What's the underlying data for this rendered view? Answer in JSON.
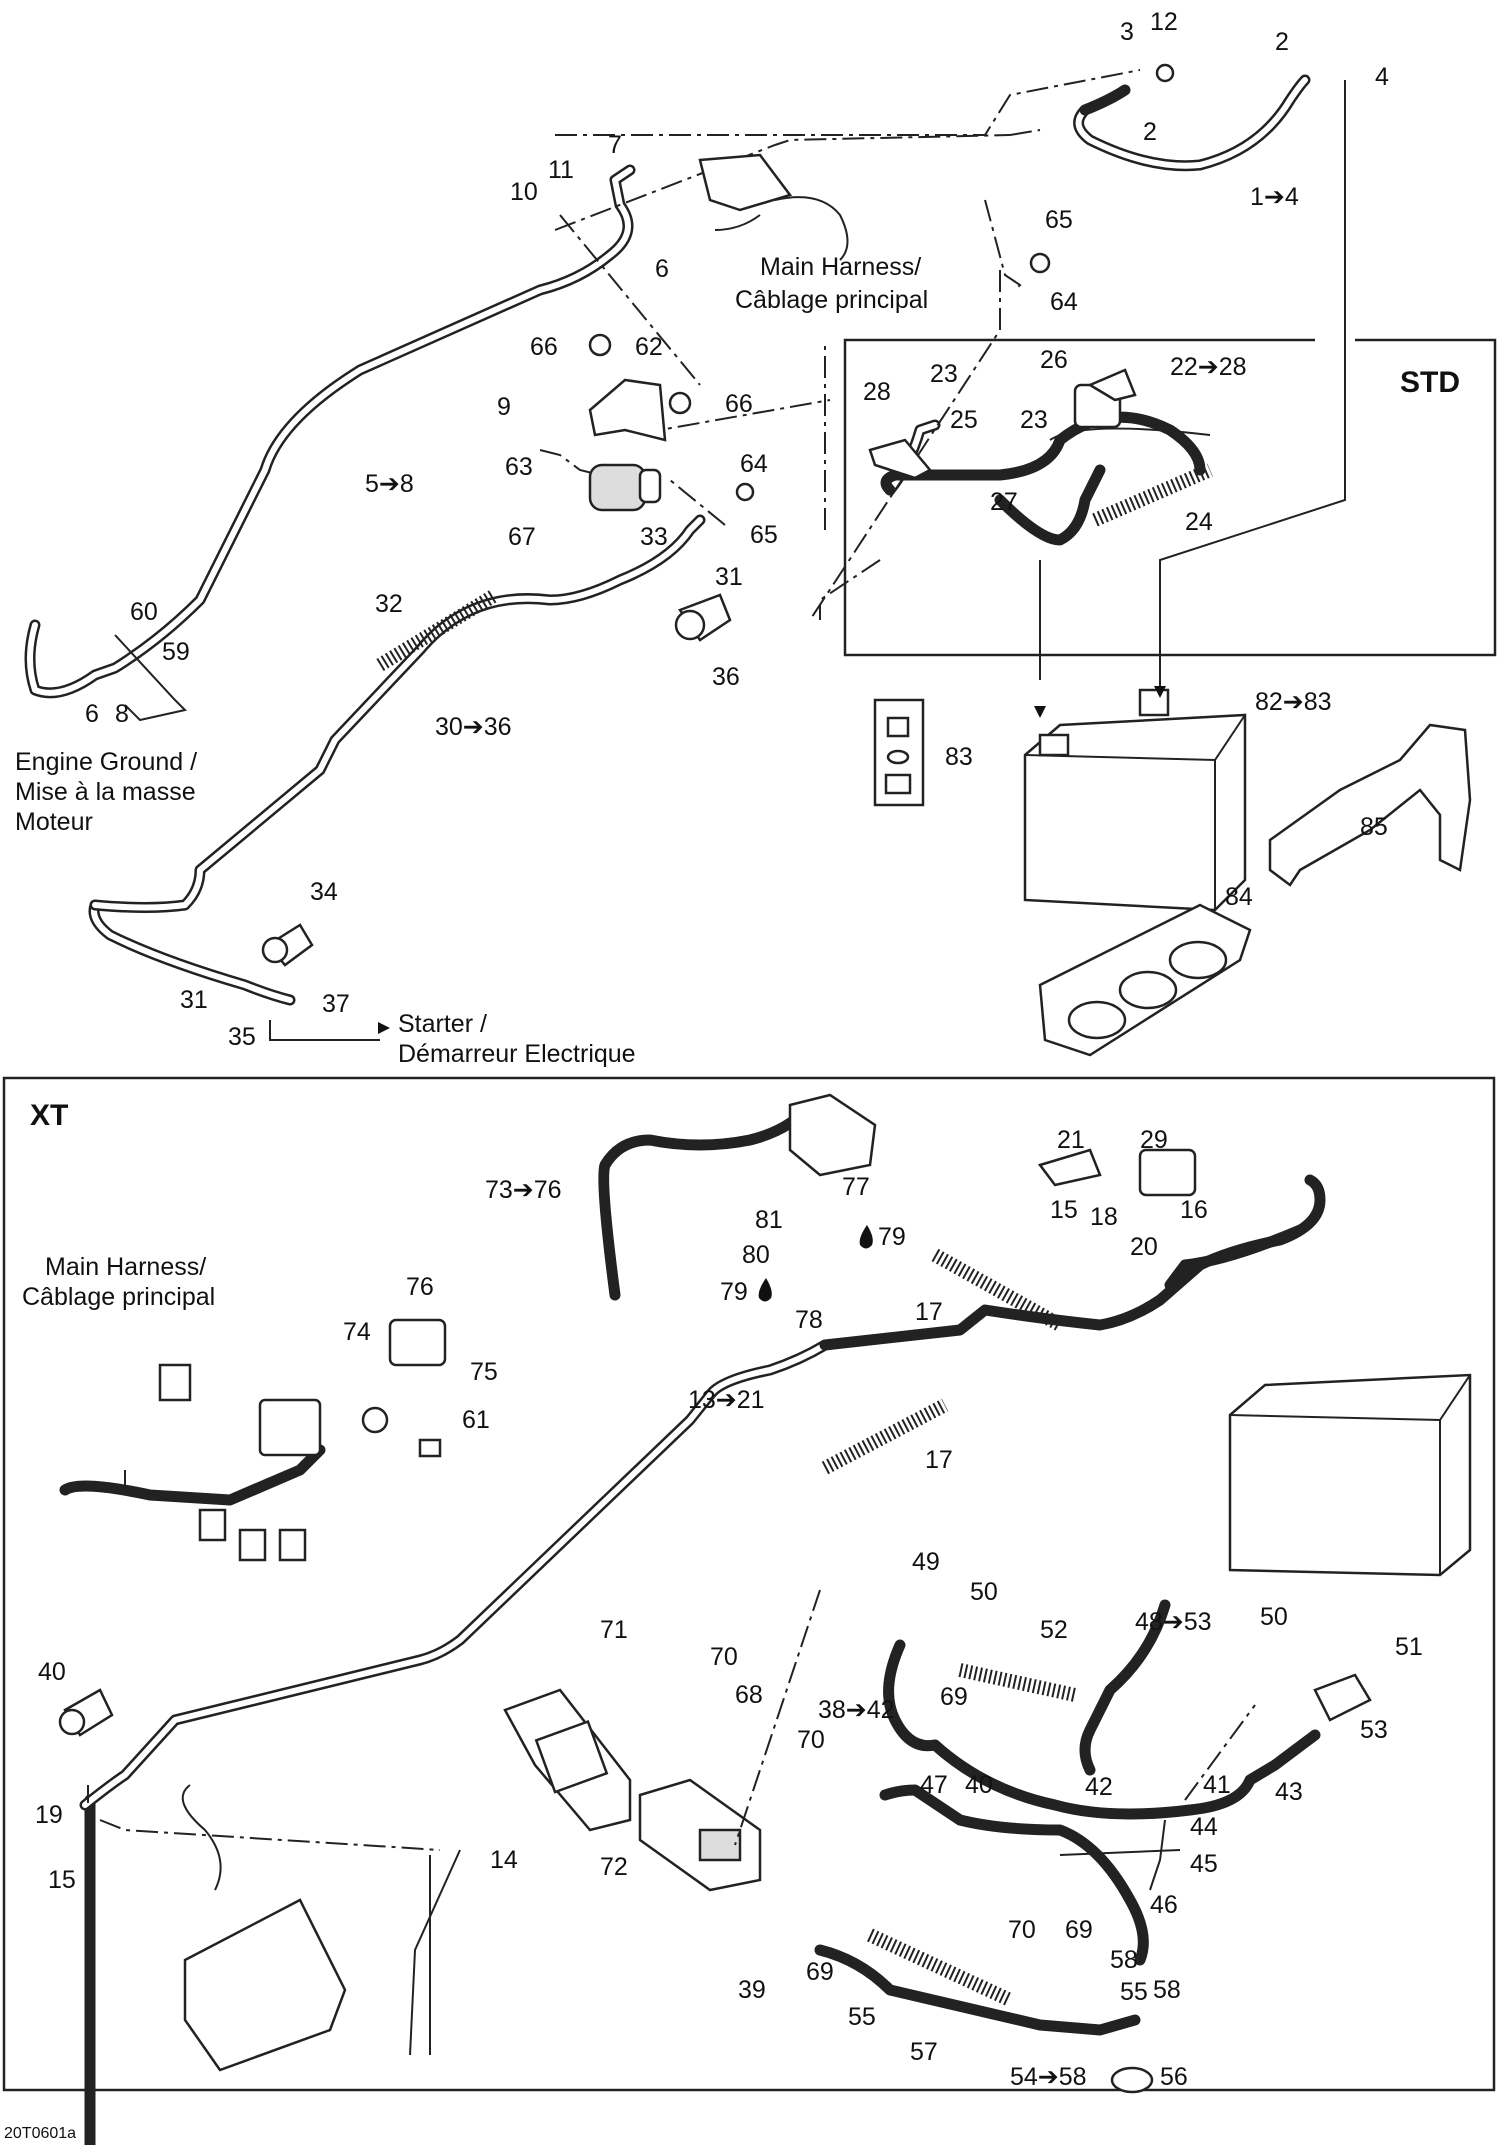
{
  "doc_code": "20T0601a",
  "sections": {
    "std": "STD",
    "xt": "XT"
  },
  "notes": {
    "main_harness_top_1": "Main Harness/",
    "main_harness_top_2": "Câblage principal",
    "main_harness_xt_1": "Main Harness/",
    "main_harness_xt_2": "Câblage principal",
    "engine_ground_1": "Engine Ground /",
    "engine_ground_2": "Mise à la masse",
    "engine_ground_3": "Moteur",
    "starter_1": "Starter /",
    "starter_2": "Démarreur Electrique"
  },
  "callouts": [
    "3",
    "12",
    "2",
    "4",
    "2",
    "1➔4",
    "7",
    "11",
    "10",
    "6",
    "65",
    "64",
    "66",
    "62",
    "9",
    "66",
    "63",
    "64",
    "67",
    "33",
    "65",
    "31",
    "5➔8",
    "32",
    "30➔36",
    "36",
    "60",
    "59",
    "6",
    "8",
    "28",
    "23",
    "25",
    "26",
    "22➔28",
    "23",
    "27",
    "24",
    "82➔83",
    "83",
    "85",
    "84",
    "34",
    "31",
    "37",
    "35",
    "21",
    "29",
    "73➔76",
    "77",
    "81",
    "80",
    "79",
    "79",
    "78",
    "15",
    "18",
    "16",
    "20",
    "17",
    "76",
    "74",
    "75",
    "61",
    "13➔21",
    "17",
    "49",
    "50",
    "52",
    "48➔53",
    "50",
    "51",
    "71",
    "70",
    "68",
    "69",
    "53",
    "38➔42",
    "70",
    "43",
    "47",
    "40",
    "42",
    "41",
    "44",
    "45",
    "46",
    "40",
    "19",
    "15",
    "14",
    "72",
    "70",
    "39",
    "69",
    "69",
    "58",
    "55",
    "55",
    "58",
    "57",
    "54➔58",
    "56"
  ],
  "icons": [
    "drop-icon",
    "arrow-right-icon"
  ]
}
